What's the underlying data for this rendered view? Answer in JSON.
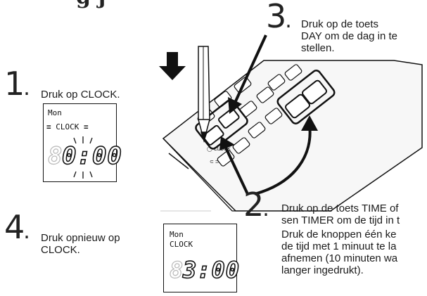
{
  "header": {
    "title_fragment": "g j"
  },
  "step1": {
    "number": "1",
    "dot": ".",
    "text": "Druk op CLOCK.",
    "display": {
      "day": "Mon",
      "mode": "CLOCK",
      "time": "0:00",
      "ghost_digit": "8"
    }
  },
  "step2": {
    "number": "2",
    "dot": ".",
    "line1": "Druk op de toets TIME of",
    "line2": "sen TIMER om de tijd in t",
    "line3": "Druk de knoppen één ke",
    "line4": "de tijd met 1 minuut te la",
    "line5": "afnemen (10 minuten wa",
    "line6": "langer ingedrukt)."
  },
  "step3": {
    "number": "3",
    "dot": ".",
    "line1": "Druk op de toets",
    "line2": "DAY om de dag in te",
    "line3": "stellen."
  },
  "step4": {
    "number": "4",
    "dot": ".",
    "line1": "Druk opnieuw op",
    "line2": "CLOCK.",
    "display": {
      "day": "Mon",
      "mode": "CLOCK",
      "time": "3:00",
      "ghost_digit": "8"
    }
  },
  "colors": {
    "ink": "#111111",
    "device": "#f4f4f4",
    "text": "#1a1a1a"
  }
}
